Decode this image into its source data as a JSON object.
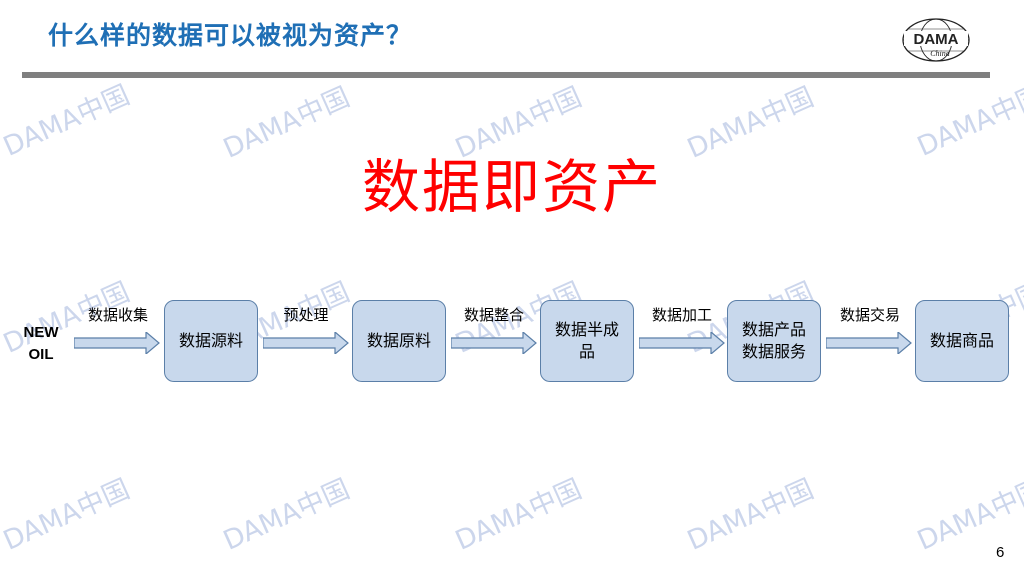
{
  "header": {
    "title": "什么样的数据可以被视为资产？"
  },
  "logo": {
    "brand": "DAMA",
    "sub": "China"
  },
  "watermark": {
    "text": "DAMA中国"
  },
  "headline": "数据即资产",
  "flow": {
    "source": "NEW OIL",
    "steps": [
      {
        "edge_label": "数据收集",
        "node": "数据源料"
      },
      {
        "edge_label": "预处理",
        "node": "数据原料"
      },
      {
        "edge_label": "数据整合",
        "node": "数据半成品"
      },
      {
        "edge_label": "数据加工",
        "node": "数据产品\n数据服务"
      },
      {
        "edge_label": "数据交易",
        "node": "数据商品"
      }
    ]
  },
  "page_number": "6",
  "colors": {
    "title": "#1f6fb5",
    "headline": "#ff0000",
    "box_fill": "#c8d8ec",
    "box_border": "#5b7fa8",
    "rule": "#7f7f7f"
  }
}
